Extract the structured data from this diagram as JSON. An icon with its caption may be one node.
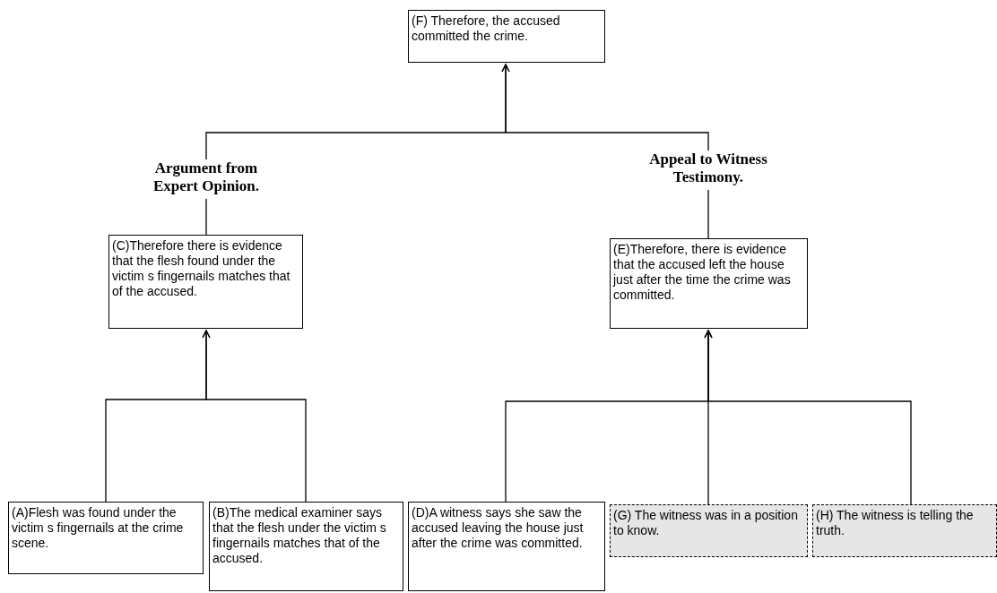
{
  "diagram": {
    "nodes": [
      {
        "text": [
          "(F) Therefore, the accused committed the crime."
        ]
      },
      {
        "text": [
          "Argument from Expert Opinion."
        ]
      },
      {
        "text": [
          "Appeal to Witness Testimony."
        ]
      },
      {
        "text": [
          "(C)Therefore there is evidence that the flesh found under the victim s fingernails matches that of the accused."
        ]
      },
      {
        "text": [
          "(E)Therefore, there is evidence that the accused left the house just after the time the crime was committed."
        ]
      },
      {
        "text": [
          "(A)Flesh was found under the victim s fingernails at the crime scene."
        ]
      },
      {
        "text": [
          "(B)The medical examiner says that the flesh under the victim s fingernails matches that of the accused."
        ]
      },
      {
        "text": [
          "(D)A witness says she saw the accused leaving the house just after the crime was committed."
        ]
      },
      {
        "text": [
          "(G) The witness was in a position to know."
        ]
      },
      {
        "text": [
          "(H) The witness is telling the truth."
        ]
      }
    ],
    "edges": [
      {
        "from": 1,
        "to": 0,
        "arrow": "to"
      },
      {
        "from": 2,
        "to": 0,
        "arrow": "to"
      },
      {
        "from": 3,
        "to": 1,
        "arrow": "none"
      },
      {
        "from": 4,
        "to": 2,
        "arrow": "none"
      },
      {
        "from": 5,
        "to": 3,
        "arrow": "to"
      },
      {
        "from": 6,
        "to": 3,
        "arrow": "to"
      },
      {
        "from": 7,
        "to": 4,
        "arrow": "to"
      },
      {
        "from": 8,
        "to": 4,
        "arrow": "to"
      },
      {
        "from": 9,
        "to": 4,
        "arrow": "to"
      }
    ]
  }
}
